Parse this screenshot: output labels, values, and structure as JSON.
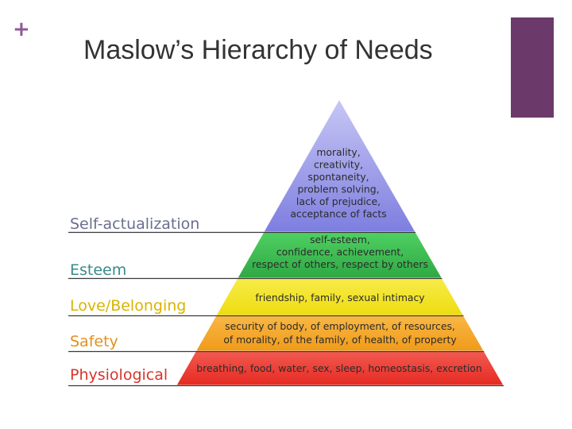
{
  "slide": {
    "plus_icon": "+",
    "title": "Maslow’s Hierarchy of Needs",
    "accent_color": "#6b3a6b"
  },
  "pyramid": {
    "levels": [
      {
        "name": "Self-actualization",
        "color": "#8f8fe6",
        "label_color": "#6a6f8f",
        "description": [
          "morality,",
          "creativity,",
          "spontaneity,",
          "problem solving,",
          "lack of prejudice,",
          "acceptance of facts"
        ]
      },
      {
        "name": "Esteem",
        "color": "#3fbf52",
        "label_color": "#3a8a8a",
        "description": [
          "self-esteem,",
          "confidence, achievement,",
          "respect of others, respect by others"
        ]
      },
      {
        "name": "Love/Belonging",
        "color": "#f2e41c",
        "label_color": "#d8b400",
        "description": [
          "friendship, family, sexual intimacy"
        ]
      },
      {
        "name": "Safety",
        "color": "#f5a623",
        "label_color": "#e39020",
        "description": [
          "security of body, of employment, of resources,",
          "of morality, of the family, of health, of property"
        ]
      },
      {
        "name": "Physiological",
        "color": "#ee3b32",
        "label_color": "#d8342c",
        "description": [
          "breathing, food, water, sex, sleep, homeostasis, excretion"
        ]
      }
    ]
  }
}
